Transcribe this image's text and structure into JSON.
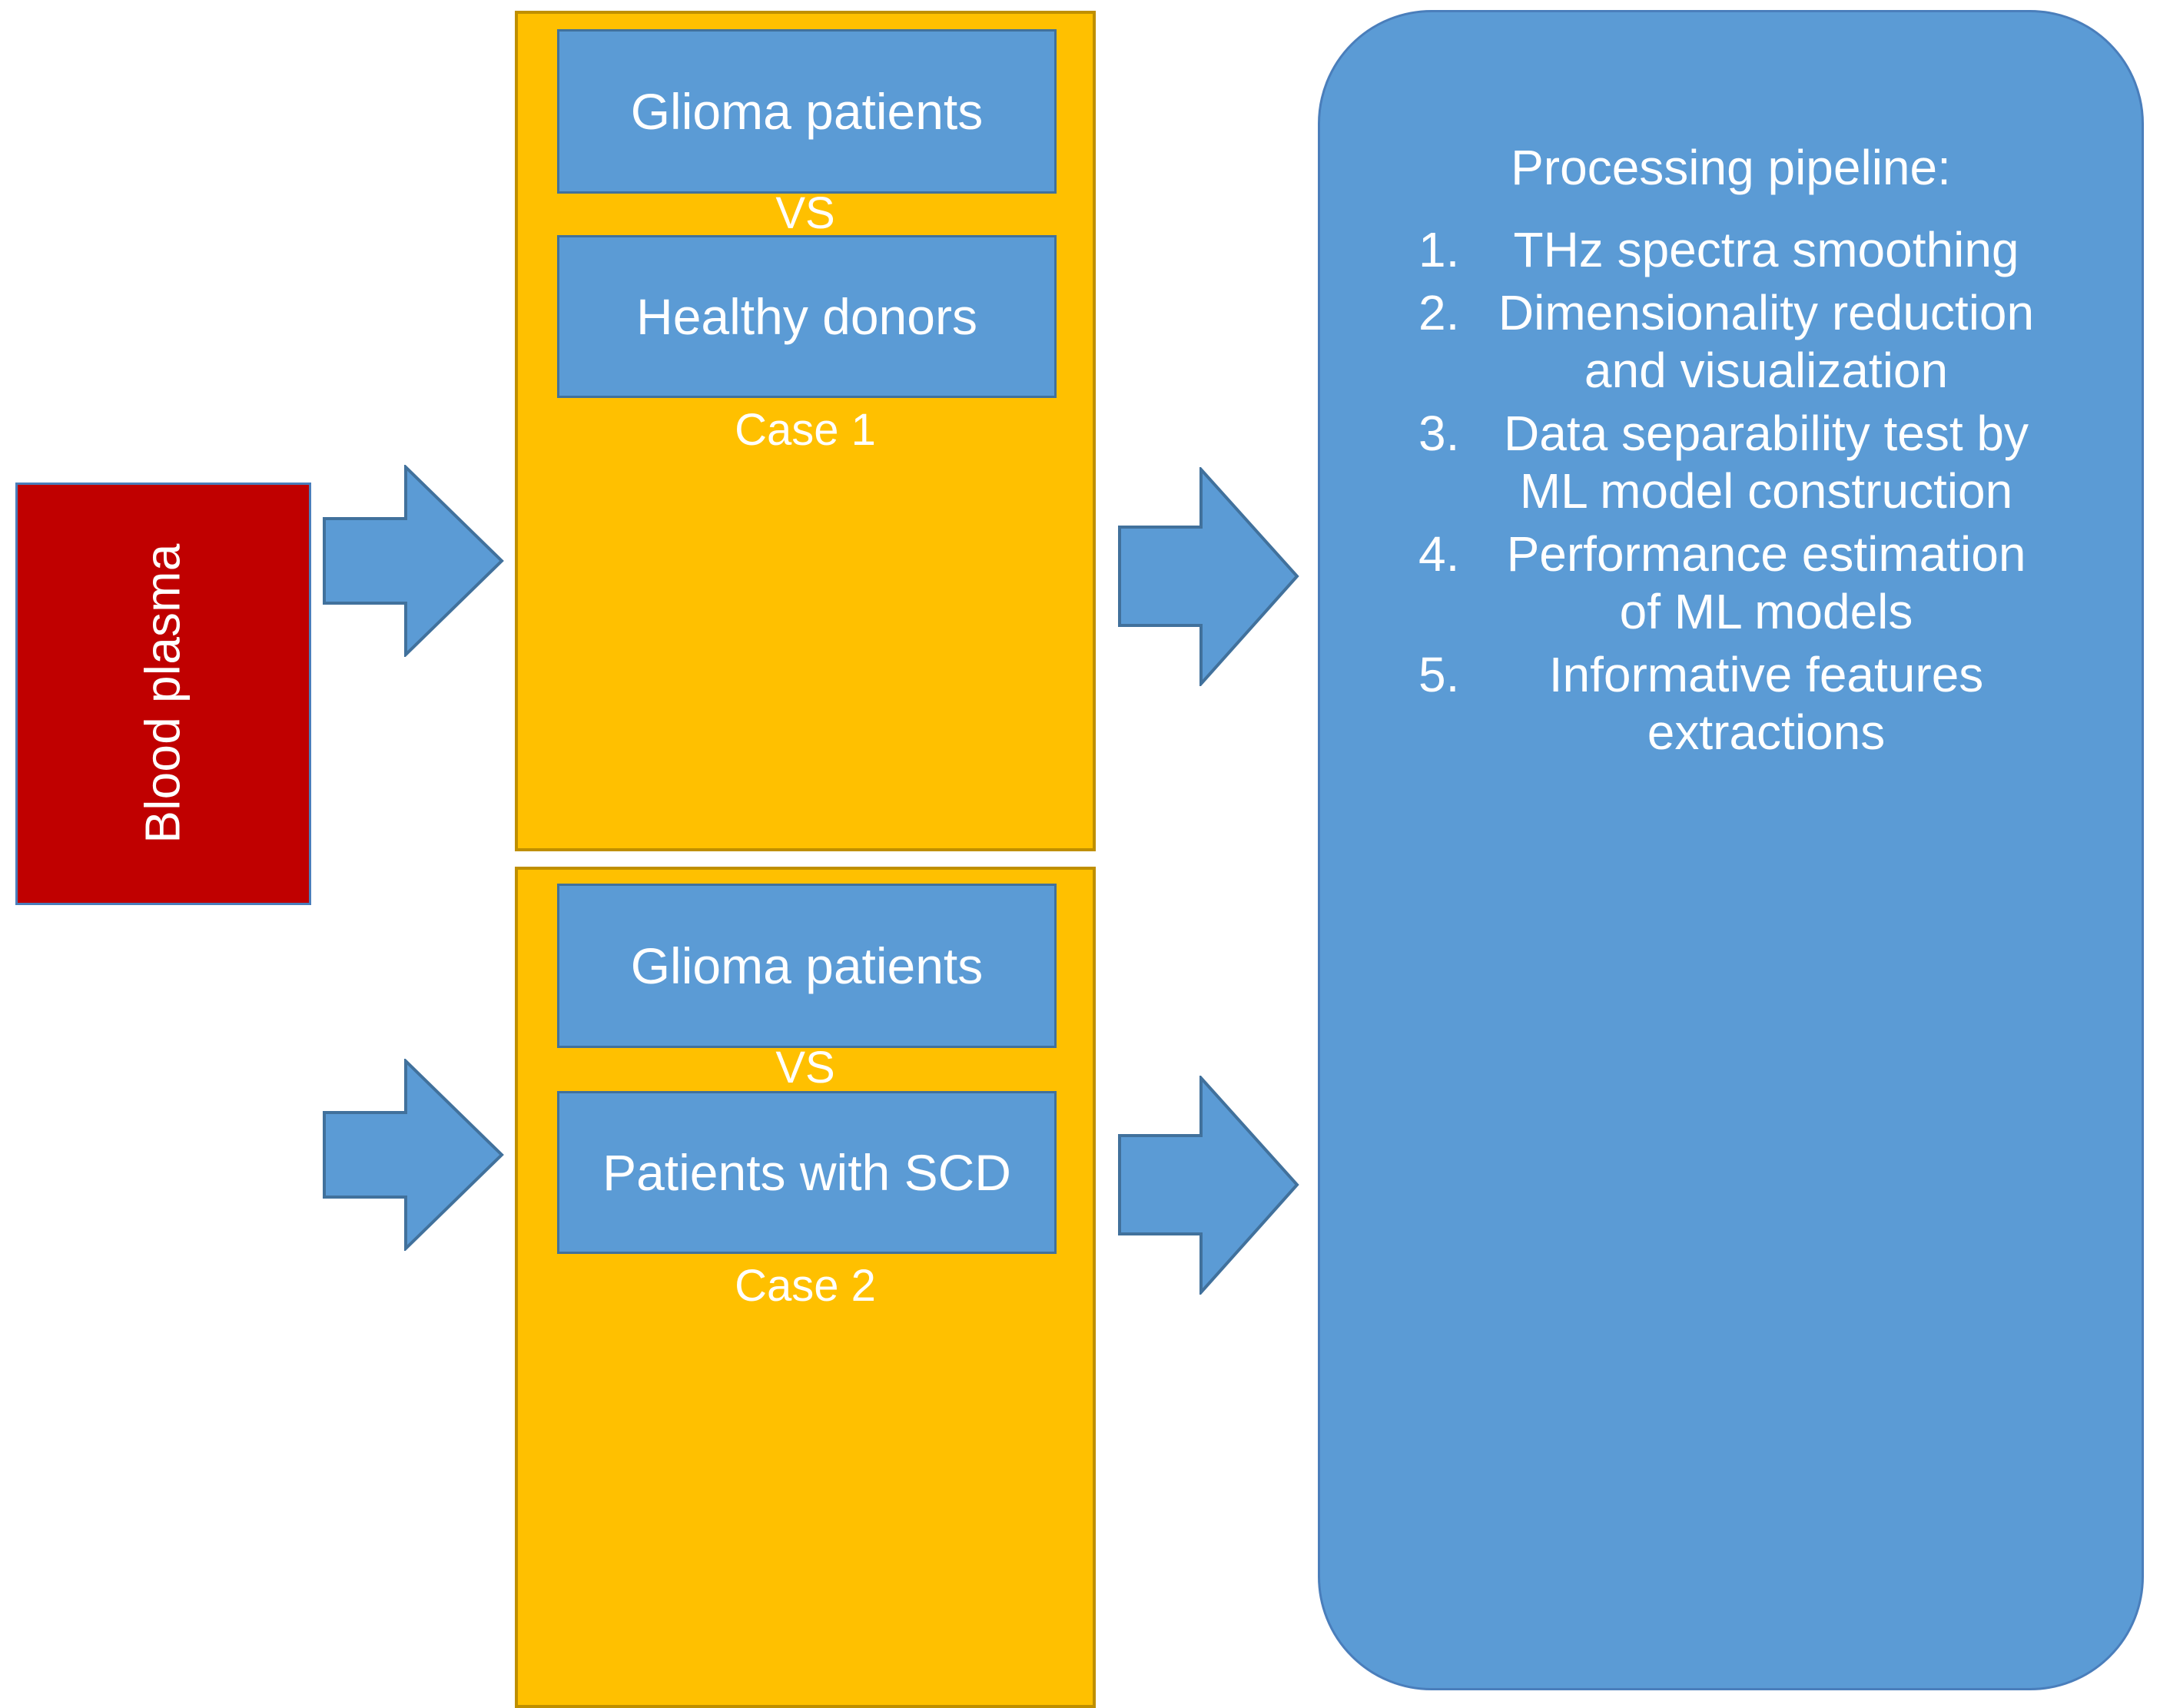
{
  "source": {
    "label": "Blood plasma",
    "fill": "#C00000",
    "text_color": "#FFFFFF",
    "orientation": "vertical-bottom-to-top"
  },
  "arrows": {
    "icon": "right-block-arrow-icon",
    "fill": "#5B9BD5",
    "stroke": "#41719C",
    "items": [
      {
        "name": "arrow-plasma-to-case-1"
      },
      {
        "name": "arrow-plasma-to-case-2"
      },
      {
        "name": "arrow-case-1-to-pipeline"
      },
      {
        "name": "arrow-case-2-to-pipeline"
      }
    ]
  },
  "cases": [
    {
      "id": "case-1",
      "name": "Case 1",
      "fill": "#FFC000",
      "border": "#BF8F00",
      "separator": "VS",
      "groups": [
        {
          "label": "Glioma patients"
        },
        {
          "label": "Healthy donors"
        }
      ]
    },
    {
      "id": "case-2",
      "name": "Case 2",
      "fill": "#FFC000",
      "border": "#BF8F00",
      "separator": "VS",
      "groups": [
        {
          "label": "Glioma patients"
        },
        {
          "label": "Patients with SCD"
        }
      ]
    }
  ],
  "pipeline": {
    "title": "Processing pipeline:",
    "fill": "#5B9BD5",
    "text_color": "#FFFFFF",
    "steps": [
      {
        "num": "1.",
        "text": "THz spectra smoothing"
      },
      {
        "num": "2.",
        "text": "Dimensionality reduction and visualization"
      },
      {
        "num": "3.",
        "text": "Data separability test by ML model construction"
      },
      {
        "num": "4.",
        "text": "Performance estimation of ML models"
      },
      {
        "num": "5.",
        "text": "Informative features extractions"
      }
    ]
  }
}
